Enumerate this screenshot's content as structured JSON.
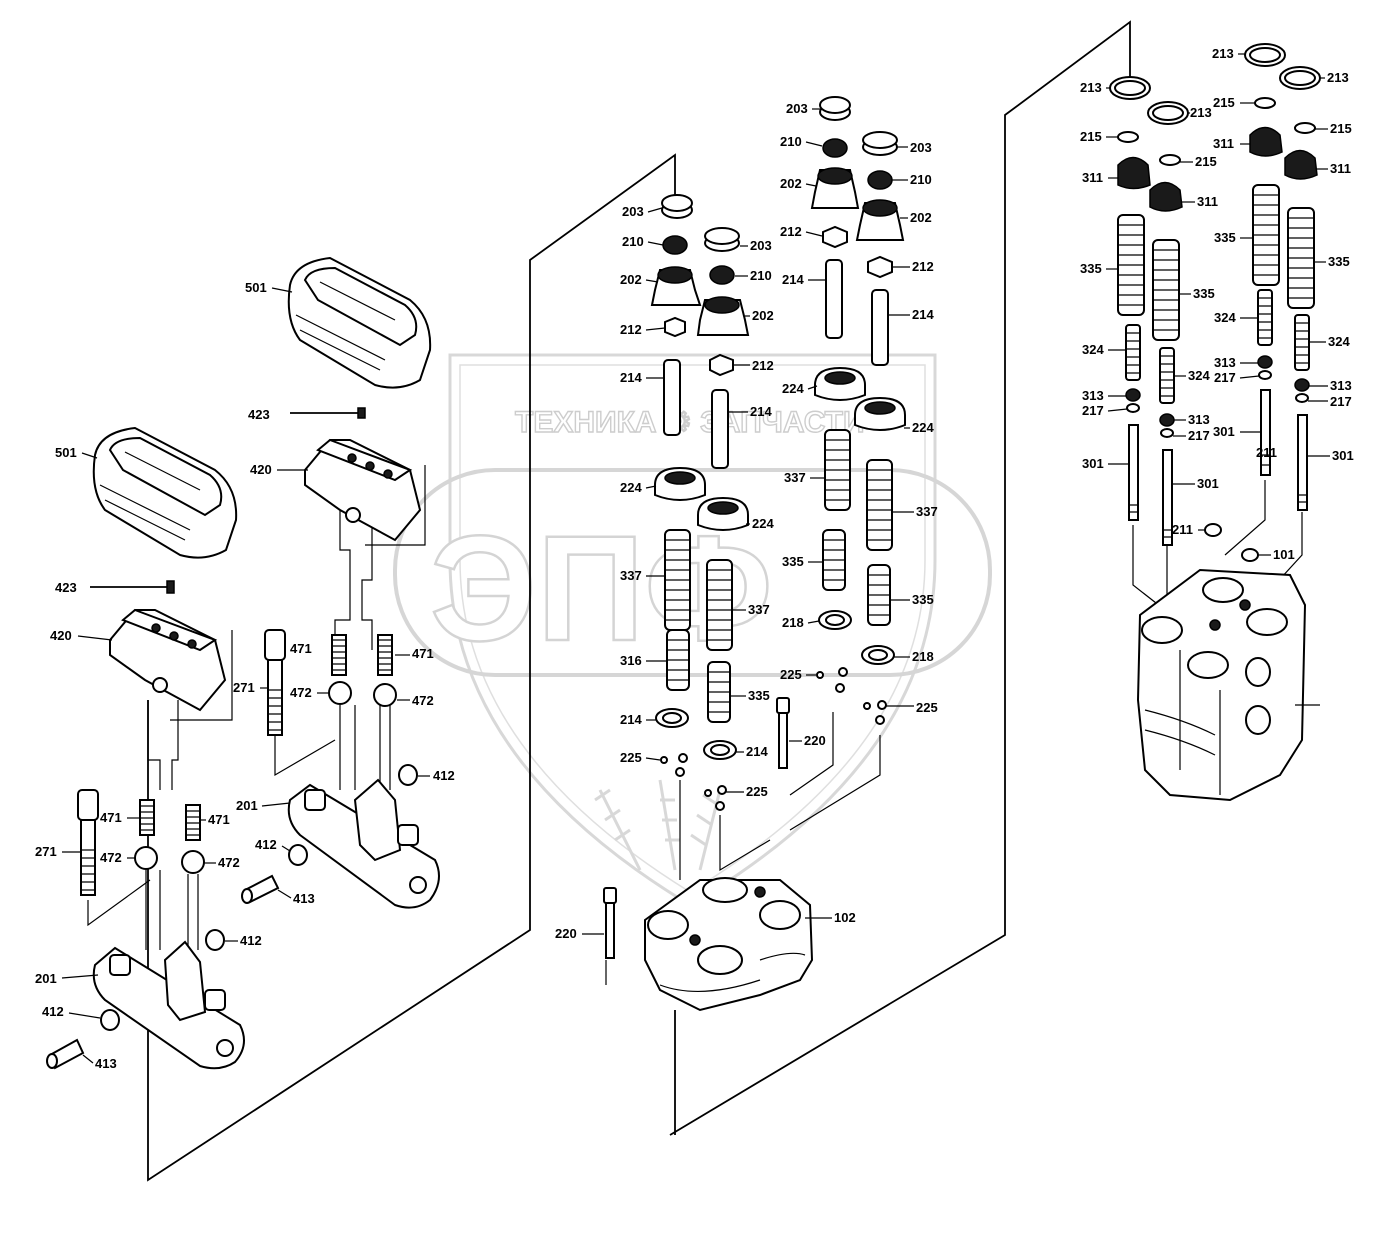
{
  "watermark": {
    "text": "ТЕХНИКА ЗАПЧАСТИ",
    "logo": "ЭПФ",
    "color": "#cfcfcf"
  },
  "callouts": [
    {
      "id": "c501a",
      "text": "501"
    },
    {
      "id": "c423a",
      "text": "423"
    },
    {
      "id": "c420a",
      "text": "420"
    },
    {
      "id": "c501b",
      "text": "501"
    },
    {
      "id": "c423b",
      "text": "423"
    },
    {
      "id": "c420b",
      "text": "420"
    },
    {
      "id": "c271a",
      "text": "271"
    },
    {
      "id": "c471a",
      "text": "471"
    },
    {
      "id": "c471b",
      "text": "471"
    },
    {
      "id": "c472a",
      "text": "472"
    },
    {
      "id": "c472b",
      "text": "472"
    },
    {
      "id": "c412a",
      "text": "412"
    },
    {
      "id": "c201a",
      "text": "201"
    },
    {
      "id": "c271b",
      "text": "271"
    },
    {
      "id": "c471c",
      "text": "471"
    },
    {
      "id": "c471d",
      "text": "471"
    },
    {
      "id": "c472c",
      "text": "472"
    },
    {
      "id": "c472d",
      "text": "472"
    },
    {
      "id": "c412b",
      "text": "412"
    },
    {
      "id": "c413a",
      "text": "413"
    },
    {
      "id": "c412c",
      "text": "412"
    },
    {
      "id": "c201b",
      "text": "201"
    },
    {
      "id": "c412d",
      "text": "412"
    },
    {
      "id": "c413b",
      "text": "413"
    },
    {
      "id": "c203a",
      "text": "203"
    },
    {
      "id": "c210a",
      "text": "210"
    },
    {
      "id": "c202a",
      "text": "202"
    },
    {
      "id": "c212a",
      "text": "212"
    },
    {
      "id": "c214a",
      "text": "214"
    },
    {
      "id": "c203b",
      "text": "203"
    },
    {
      "id": "c210b",
      "text": "210"
    },
    {
      "id": "c202b",
      "text": "202"
    },
    {
      "id": "c212b",
      "text": "212"
    },
    {
      "id": "c214b",
      "text": "214"
    },
    {
      "id": "c203c",
      "text": "203"
    },
    {
      "id": "c210c",
      "text": "210"
    },
    {
      "id": "c202c",
      "text": "202"
    },
    {
      "id": "c212c",
      "text": "212"
    },
    {
      "id": "c214c",
      "text": "214"
    },
    {
      "id": "c203d",
      "text": "203"
    },
    {
      "id": "c210d",
      "text": "210"
    },
    {
      "id": "c202d",
      "text": "202"
    },
    {
      "id": "c212d",
      "text": "212"
    },
    {
      "id": "c214d",
      "text": "214"
    },
    {
      "id": "c224a",
      "text": "224"
    },
    {
      "id": "c224b",
      "text": "224"
    },
    {
      "id": "c224c",
      "text": "224"
    },
    {
      "id": "c224d",
      "text": "224"
    },
    {
      "id": "c337a",
      "text": "337"
    },
    {
      "id": "c337b",
      "text": "337"
    },
    {
      "id": "c337c",
      "text": "337"
    },
    {
      "id": "c337d",
      "text": "337"
    },
    {
      "id": "c335a",
      "text": "335"
    },
    {
      "id": "c335b",
      "text": "335"
    },
    {
      "id": "c335c",
      "text": "335"
    },
    {
      "id": "c316",
      "text": "316"
    },
    {
      "id": "c218a",
      "text": "218"
    },
    {
      "id": "c218b",
      "text": "218"
    },
    {
      "id": "c225a",
      "text": "225"
    },
    {
      "id": "c225b",
      "text": "225"
    },
    {
      "id": "c225c",
      "text": "225"
    },
    {
      "id": "c225d",
      "text": "225"
    },
    {
      "id": "c214e",
      "text": "214"
    },
    {
      "id": "c214f",
      "text": "214"
    },
    {
      "id": "c220a",
      "text": "220"
    },
    {
      "id": "c220b",
      "text": "220"
    },
    {
      "id": "c102",
      "text": "102"
    },
    {
      "id": "c213a",
      "text": "213"
    },
    {
      "id": "c213b",
      "text": "213"
    },
    {
      "id": "c213c",
      "text": "213"
    },
    {
      "id": "c213d",
      "text": "213"
    },
    {
      "id": "c215a",
      "text": "215"
    },
    {
      "id": "c215b",
      "text": "215"
    },
    {
      "id": "c215c",
      "text": "215"
    },
    {
      "id": "c215d",
      "text": "215"
    },
    {
      "id": "c311a",
      "text": "311"
    },
    {
      "id": "c311b",
      "text": "311"
    },
    {
      "id": "c311c",
      "text": "311"
    },
    {
      "id": "c311d",
      "text": "311"
    },
    {
      "id": "c335d",
      "text": "335"
    },
    {
      "id": "c335e",
      "text": "335"
    },
    {
      "id": "c335f",
      "text": "335"
    },
    {
      "id": "c335g",
      "text": "335"
    },
    {
      "id": "c324a",
      "text": "324"
    },
    {
      "id": "c324b",
      "text": "324"
    },
    {
      "id": "c324c",
      "text": "324"
    },
    {
      "id": "c324d",
      "text": "324"
    },
    {
      "id": "c313a",
      "text": "313"
    },
    {
      "id": "c217a",
      "text": "217"
    },
    {
      "id": "c313b",
      "text": "313"
    },
    {
      "id": "c217b",
      "text": "217"
    },
    {
      "id": "c313c",
      "text": "313"
    },
    {
      "id": "c217c",
      "text": "217"
    },
    {
      "id": "c313d",
      "text": "313"
    },
    {
      "id": "c217d",
      "text": "217"
    },
    {
      "id": "c301a",
      "text": "301"
    },
    {
      "id": "c301b",
      "text": "301"
    },
    {
      "id": "c301c",
      "text": "301"
    },
    {
      "id": "c301d",
      "text": "301"
    },
    {
      "id": "c211a",
      "text": "211"
    },
    {
      "id": "c211b",
      "text": "211"
    },
    {
      "id": "c101",
      "text": "101"
    }
  ]
}
